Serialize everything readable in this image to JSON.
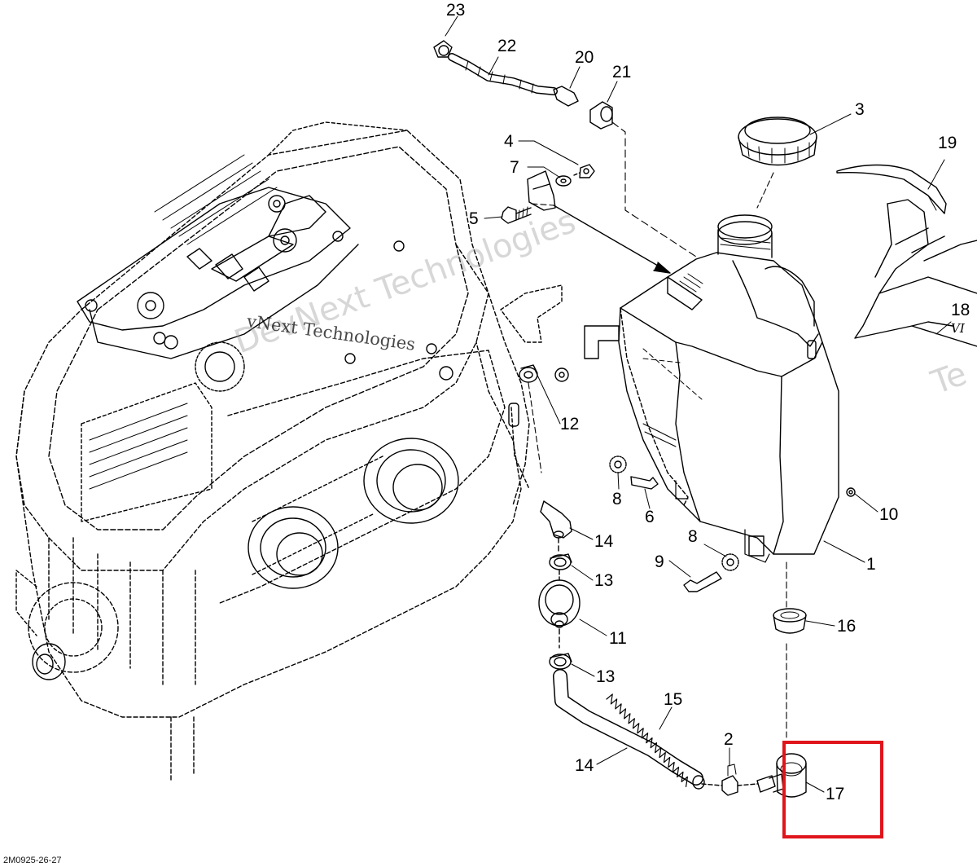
{
  "diagram": {
    "callouts": [
      "23",
      "22",
      "20",
      "21",
      "3",
      "4",
      "7",
      "19",
      "5",
      "18",
      "12",
      "8",
      "6",
      "10",
      "14",
      "8",
      "9",
      "1",
      "13",
      "11",
      "16",
      "13",
      "15",
      "2",
      "14",
      "17"
    ],
    "callout_18_suffix": "VI",
    "drawing_code": "2M0925-26-27",
    "watermarks": [
      "vNext Technologies",
      "DevNext Technologies",
      "Te"
    ],
    "colors": {
      "line": "#000000",
      "highlight": "#e0141b"
    }
  }
}
